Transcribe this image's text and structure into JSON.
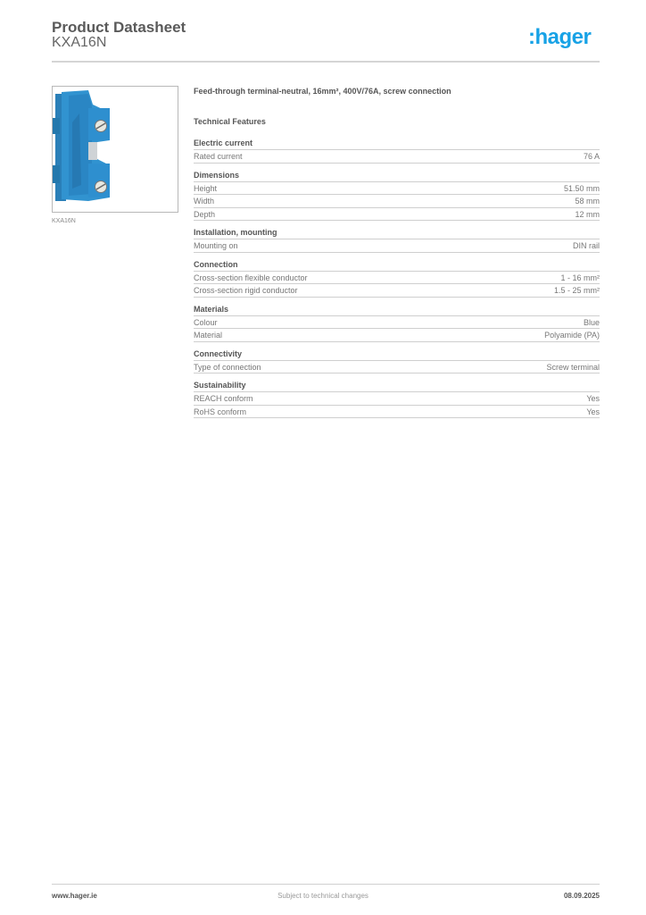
{
  "header": {
    "title": "Product Datasheet",
    "subtitle": "KXA16N",
    "logo_text": ":hager",
    "logo_color": "#17a2e6"
  },
  "product": {
    "image_caption": "KXA16N",
    "image_color": "#2a86c4",
    "description": "Feed-through terminal-neutral, 16mm², 400V/76A, screw connection"
  },
  "technical_features": {
    "title": "Technical Features",
    "sections": [
      {
        "heading": "Electric current",
        "rows": [
          {
            "label": "Rated current",
            "value": "76 A"
          }
        ]
      },
      {
        "heading": "Dimensions",
        "rows": [
          {
            "label": "Height",
            "value": "51.50 mm"
          },
          {
            "label": "Width",
            "value": "58 mm"
          },
          {
            "label": "Depth",
            "value": "12 mm"
          }
        ]
      },
      {
        "heading": "Installation, mounting",
        "rows": [
          {
            "label": "Mounting on",
            "value": "DIN rail"
          }
        ]
      },
      {
        "heading": "Connection",
        "rows": [
          {
            "label": "Cross-section flexible conductor",
            "value": "1 - 16 mm²"
          },
          {
            "label": "Cross-section rigid conductor",
            "value": "1.5 - 25 mm²"
          }
        ]
      },
      {
        "heading": "Materials",
        "rows": [
          {
            "label": "Colour",
            "value": "Blue"
          },
          {
            "label": "Material",
            "value": "Polyamide (PA)"
          }
        ]
      },
      {
        "heading": "Connectivity",
        "rows": [
          {
            "label": "Type of connection",
            "value": "Screw terminal"
          }
        ]
      },
      {
        "heading": "Sustainability",
        "rows": [
          {
            "label": "REACH conform",
            "value": "Yes"
          },
          {
            "label": "RoHS conform",
            "value": "Yes"
          }
        ]
      }
    ]
  },
  "footer": {
    "website": "www.hager.ie",
    "note": "Subject to technical changes",
    "date": "08.09.2025"
  }
}
